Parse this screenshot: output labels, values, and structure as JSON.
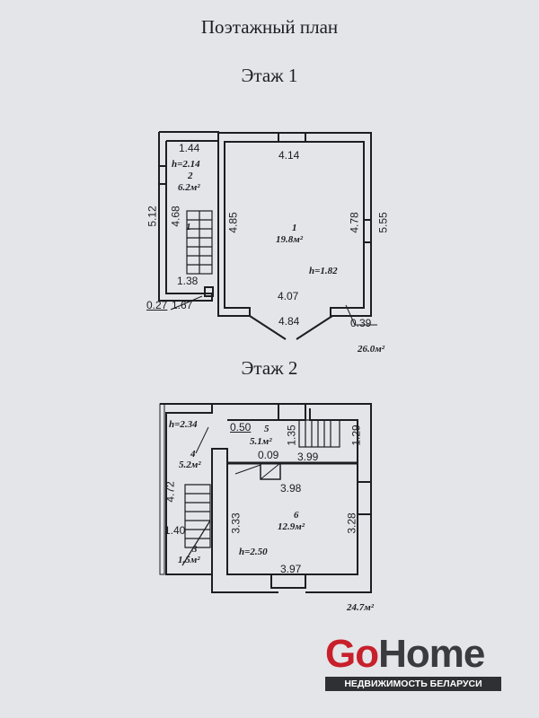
{
  "title": "Поэтажный план",
  "floor1": {
    "heading": "Этаж 1",
    "rooms": [
      {
        "num": "1",
        "area": "19.8м²"
      },
      {
        "num": "2",
        "area": "6.2м²"
      }
    ],
    "heights": [
      "h=2.14",
      "h=1.82"
    ],
    "dims": [
      "1.44",
      "5.12",
      "4.68",
      "1.38",
      "0.27",
      "1.67",
      "4.14",
      "4.85",
      "4.78",
      "5.55",
      "4.07",
      "4.84",
      "0.39"
    ],
    "total": "26.0м²"
  },
  "floor2": {
    "heading": "Этаж 2",
    "rooms": [
      {
        "num": "3",
        "area": "1.5м²"
      },
      {
        "num": "4",
        "area": "5.2м²"
      },
      {
        "num": "5",
        "area": "5.1м²"
      },
      {
        "num": "6",
        "area": "12.9м²"
      }
    ],
    "heights": [
      "h=2.34",
      "h=2.50"
    ],
    "dims": [
      "0.50",
      "1.35",
      "1.29",
      "0.09",
      "3.99",
      "4.72",
      "3.98",
      "3.33",
      "3.28",
      "1.40",
      "3.97"
    ],
    "total": "24.7м²"
  },
  "logo": {
    "go": "Go",
    "home": "Home",
    "tagline": "НЕДВИЖИМОСТЬ БЕЛАРУСИ"
  }
}
